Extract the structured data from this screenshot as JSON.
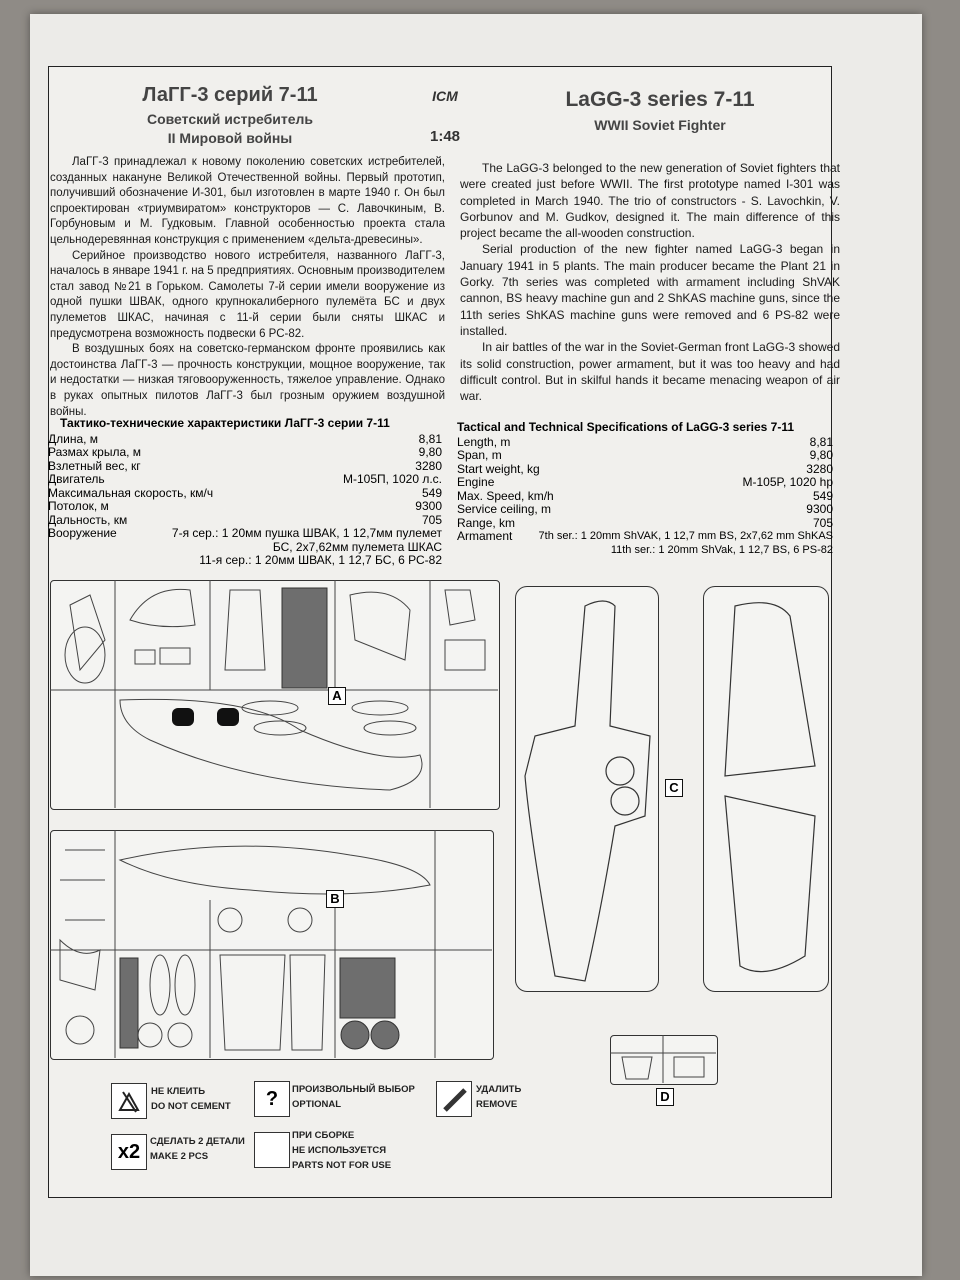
{
  "header": {
    "ru_title": "ЛаГГ-3 серий 7-11",
    "ru_sub1": "Советский истребитель",
    "ru_sub2": "II Мировой войны",
    "en_title": "LaGG-3 series 7-11",
    "en_sub": "WWII Soviet Fighter",
    "logo": "ICM",
    "scale": "1:48"
  },
  "ru_text": [
    "ЛаГГ-3 принадлежал к новому поколению советских истребителей, созданных накануне Великой Отечественной войны. Первый прототип, получивший обозначение И-301, был изготовлен в марте 1940 г. Он был спроектирован «триумвиратом» конструкторов — С. Лавочкиным, В. Горбуновым и М. Гудковым. Главной особенностью проекта стала цельнодеревянная конструкция с применением «дельта-древесины».",
    "Серийное производство нового истребителя, названного ЛаГГ-3, началось в январе 1941 г. на 5 предприятиях. Основным производителем стал завод №21 в Горьком. Самолеты 7-й серии имели вооружение из одной пушки ШВАК, одного крупнокалиберного пулемёта БС и двух пулеметов ШКАС, начиная с 11-й серии были сняты ШКАС и предусмотрена возможность подвески 6 РС-82.",
    "В воздушных боях на советско-германском фронте проявились как достоинства ЛаГГ-3 — прочность конструкции, мощное вооружение, так и недостатки — низкая тяговооруженность, тяжелое управление. Однако в руках опытных пилотов ЛаГГ-3 был грозным оружием воздушной войны."
  ],
  "en_text": [
    "The LaGG-3 belonged to the new generation of Soviet fighters that were created just before WWII. The first prototype named I-301 was completed in March 1940. The trio of constructors - S. Lavochkin, V. Gorbunov and M. Gudkov, designed it. The main difference of this project became the all-wooden construction.",
    "Serial production of the new fighter named LaGG-3 began in January 1941 in 5 plants. The main producer became the Plant 21 in Gorky. 7th series was completed with armament including ShVAK cannon, BS heavy machine gun and 2 ShKAS machine guns, since the 11th series ShKAS machine guns were removed and 6 PS-82 were installed.",
    "In air battles of the war in the Soviet-German front LaGG-3 showed its solid construction, power armament, but it was too heavy and had difficult control. But in skilful hands it became menacing weapon of air war."
  ],
  "ru_specs": {
    "title": "Тактико-технические характеристики ЛаГГ-3 серии 7-11",
    "rows": [
      {
        "label": "Длина, м",
        "value": "8,81"
      },
      {
        "label": "Размах крыла, м",
        "value": "9,80"
      },
      {
        "label": "Взлетный вес, кг",
        "value": "3280"
      },
      {
        "label": "Двигатель",
        "value": "М-105П, 1020 л.с."
      },
      {
        "label": "Максимальная скорость, км/ч",
        "value": "549"
      },
      {
        "label": "Потолок, м",
        "value": "9300"
      },
      {
        "label": "Дальность, км",
        "value": "705"
      },
      {
        "label": "Вооружение",
        "value": "7-я сер.: 1 20мм пушка ШВАК, 1 12,7мм пулемет"
      }
    ],
    "arm2": "БС, 2х7,62мм пулемета ШКАС",
    "arm3": "11-я сер.: 1 20мм ШВАК, 1 12,7 БС, 6 РС-82"
  },
  "en_specs": {
    "title": "Tactical and Technical Specifications of LaGG-3 series 7-11",
    "rows": [
      {
        "label": "Length, m",
        "value": "8,81"
      },
      {
        "label": "Span, m",
        "value": "9,80"
      },
      {
        "label": "Start weight, kg",
        "value": "3280"
      },
      {
        "label": "Engine",
        "value": "M-105P, 1020 hp"
      },
      {
        "label": "Max. Speed, km/h",
        "value": "549"
      },
      {
        "label": "Service ceiling, m",
        "value": "9300"
      },
      {
        "label": "Range, km",
        "value": "705"
      },
      {
        "label": "Armament",
        "value": "7th ser.: 1 20mm ShVAK, 1 12,7 mm BS, 2x7,62 mm ShKAS"
      }
    ],
    "arm2": "11th ser.: 1  20mm ShVak, 1 12,7 BS, 6 PS-82"
  },
  "sprues": {
    "a": "A",
    "b": "B",
    "c": "C",
    "d": "D"
  },
  "legend": {
    "no_cement_ru": "НЕ КЛЕИТЬ",
    "no_cement_en": "DO NOT CEMENT",
    "optional_ru": "ПРОИЗВОЛЬНЫЙ ВЫБОР",
    "optional_en": "OPTIONAL",
    "optional_icon": "?",
    "remove_ru": "УДАЛИТЬ",
    "remove_en": "REMOVE",
    "make2_ru": "СДЕЛАТЬ 2 ДЕТАЛИ",
    "make2_en": "MAKE 2 PCS",
    "make2_icon": "x2",
    "notuse_ru1": "ПРИ СБОРКЕ",
    "notuse_ru2": "НЕ ИСПОЛЬЗУЕТСЯ",
    "notuse_en": "PARTS NOT FOR USE"
  }
}
